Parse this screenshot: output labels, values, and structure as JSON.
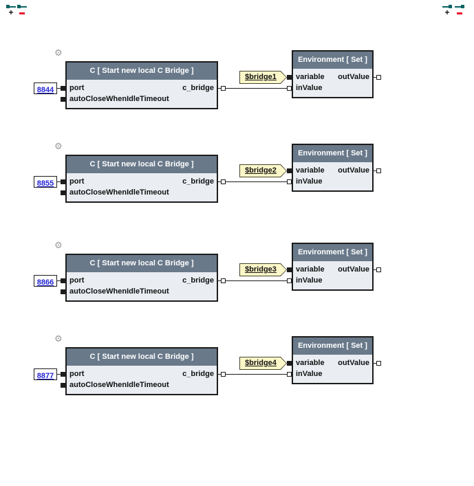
{
  "palette": {
    "canvas_bg": "#ffffff",
    "header_bg": "#69798a",
    "header_text": "#ffffff",
    "body_bg": "#eaedf2",
    "border": "#1c1c1c",
    "label_text": "#111111",
    "value_blue": "#2323d6",
    "tag_bg": "#fcf7c8",
    "tag_border": "#45452e",
    "teal": "#0b6363",
    "minus_red": "#e8112d",
    "gear_gray": "#9a9a9a"
  },
  "icons": {
    "gear": "⚙",
    "plus": "+",
    "minus": "−"
  },
  "groups": [
    {
      "port_value": "8844",
      "tag": "$bridge1",
      "c_block": {
        "title": "C [ Start new local C Bridge ]",
        "inputs": [
          "port",
          "autoCloseWhenIdleTimeout"
        ],
        "outputs": [
          "c_bridge"
        ]
      },
      "env_block": {
        "title": "Environment [ Set ]",
        "inputs": [
          "variable",
          "inValue"
        ],
        "outputs": [
          "outValue"
        ]
      }
    },
    {
      "port_value": "8855",
      "tag": "$bridge2",
      "c_block": {
        "title": "C [ Start new local C Bridge ]",
        "inputs": [
          "port",
          "autoCloseWhenIdleTimeout"
        ],
        "outputs": [
          "c_bridge"
        ]
      },
      "env_block": {
        "title": "Environment [ Set ]",
        "inputs": [
          "variable",
          "inValue"
        ],
        "outputs": [
          "outValue"
        ]
      }
    },
    {
      "port_value": "8866",
      "tag": "$bridge3",
      "c_block": {
        "title": "C [ Start new local C Bridge ]",
        "inputs": [
          "port",
          "autoCloseWhenIdleTimeout"
        ],
        "outputs": [
          "c_bridge"
        ]
      },
      "env_block": {
        "title": "Environment [ Set ]",
        "inputs": [
          "variable",
          "inValue"
        ],
        "outputs": [
          "outValue"
        ]
      }
    },
    {
      "port_value": "8877",
      "tag": "$bridge4",
      "c_block": {
        "title": "C [ Start new local C Bridge ]",
        "inputs": [
          "port",
          "autoCloseWhenIdleTimeout"
        ],
        "outputs": [
          "c_bridge"
        ]
      },
      "env_block": {
        "title": "Environment [ Set ]",
        "inputs": [
          "variable",
          "inValue"
        ],
        "outputs": [
          "outValue"
        ]
      }
    }
  ]
}
